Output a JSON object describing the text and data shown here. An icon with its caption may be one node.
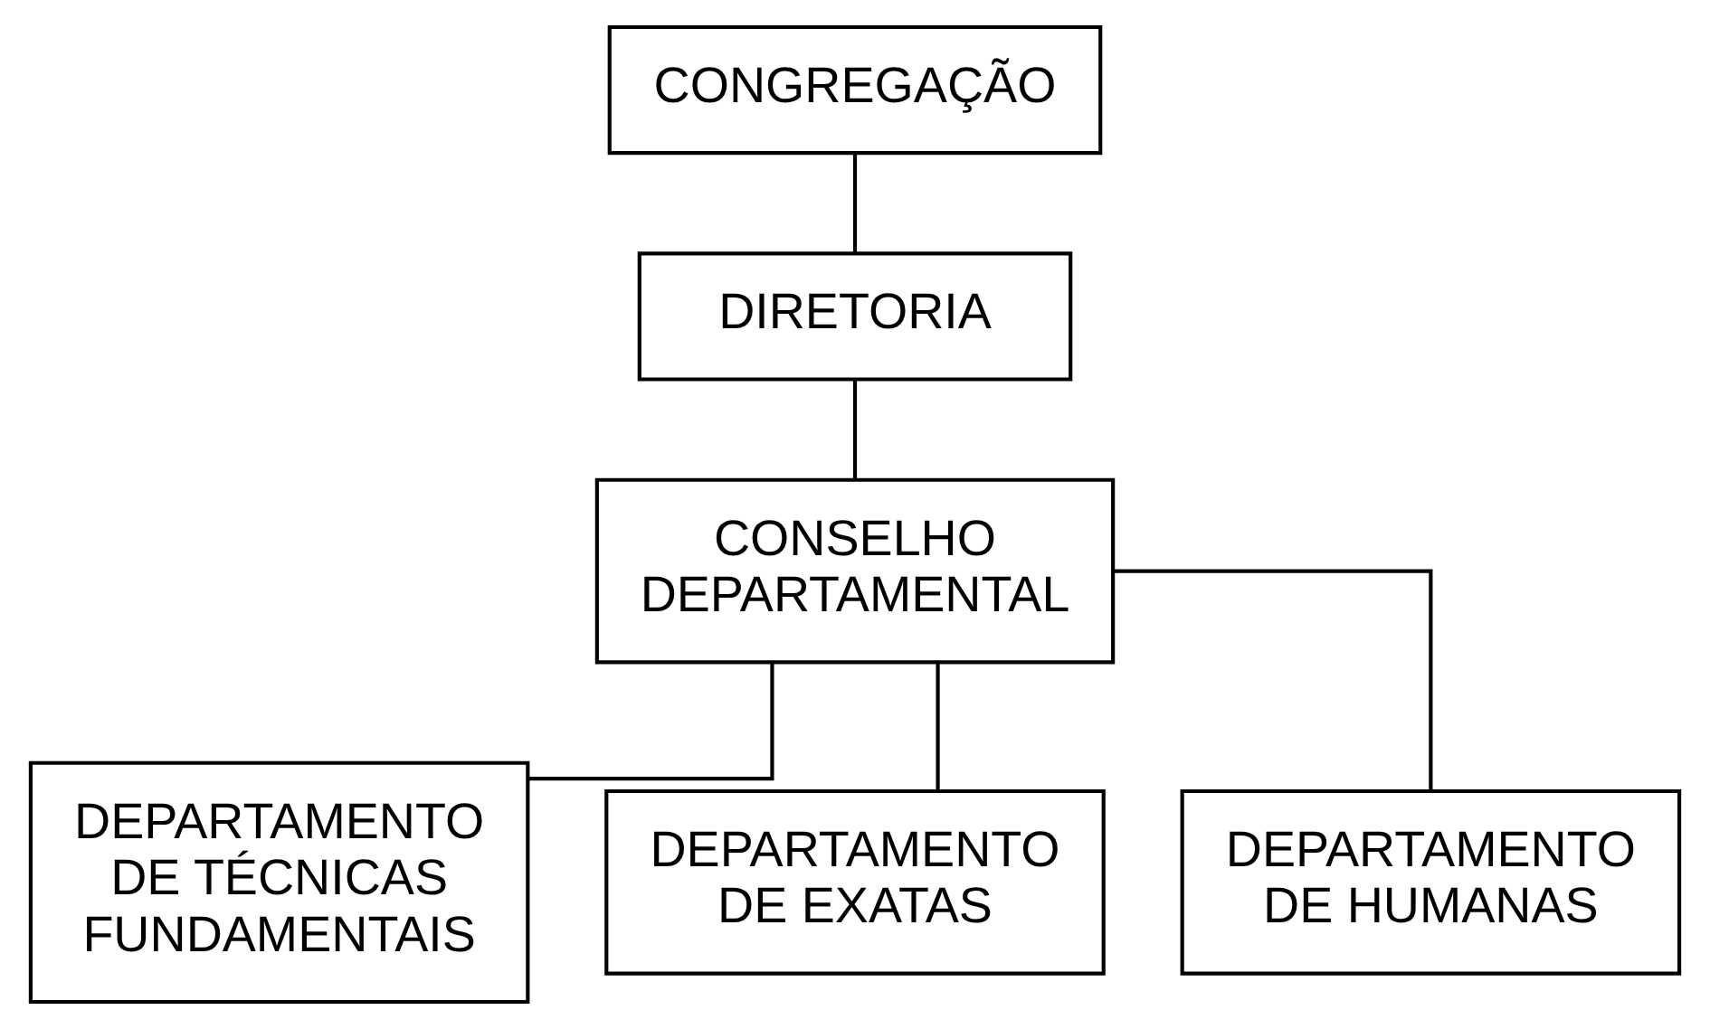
{
  "diagram": {
    "nodes": [
      {
        "text": [
          "CONGREGAÇÃO"
        ]
      },
      {
        "text": [
          "DIRETORIA"
        ]
      },
      {
        "text": [
          "CONSELHO DEPARTAMENTAL"
        ]
      },
      {
        "text": [
          "DEPARTAMENTO DE TÉCNICAS FUNDAMENTAIS"
        ]
      },
      {
        "text": [
          "DEPARTAMENTO DE EXATAS"
        ]
      },
      {
        "text": [
          "DEPARTAMENTO DE HUMANAS"
        ]
      }
    ],
    "edges": [
      {
        "from": 0,
        "to": 1,
        "arrow": "none"
      },
      {
        "from": 1,
        "to": 2,
        "arrow": "none"
      },
      {
        "from": 2,
        "to": 3,
        "arrow": "none"
      },
      {
        "from": 2,
        "to": 4,
        "arrow": "none"
      },
      {
        "from": 2,
        "to": 5,
        "arrow": "none"
      }
    ]
  }
}
